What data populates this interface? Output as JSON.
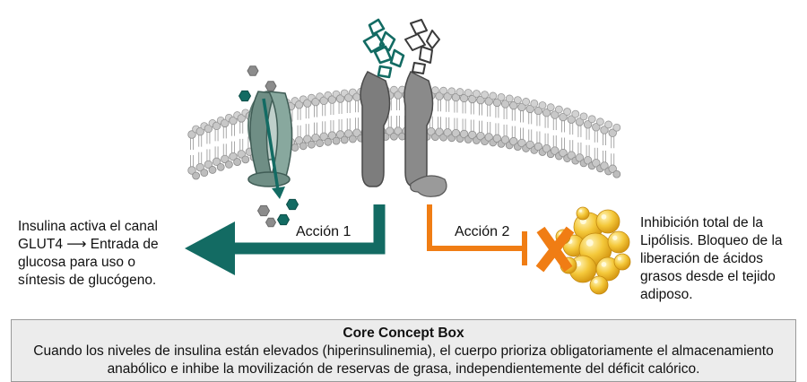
{
  "actions": {
    "action1_label": "Acción 1",
    "action2_label": "Acción 2"
  },
  "left_panel": {
    "text": "Insulina activa el canal GLUT4 ⟶ Entrada de glucosa para uso o síntesis de glucógeno."
  },
  "right_panel": {
    "text": "Inhibición total de la Lipólisis. Bloqueo de la liberación de ácidos grasos desde el tejido adiposo."
  },
  "concept_box": {
    "title": "Core Concept Box",
    "body": "Cuando los niveles de insulina están elevados (hiperinsulinemia), el cuerpo prioriza obligatoriamente el almacenamiento anabólico e inhibe la movilización de reservas de grasa, independientemente del déficit calórico."
  },
  "colors": {
    "teal": "#136b63",
    "orange": "#f07d14",
    "membrane": "#bdbdbd",
    "receptor": "#6f6f6f",
    "fat": "#f2c230"
  },
  "icons": [
    "glucose-hexagon-icon",
    "insulin-receptor-icon",
    "glut4-channel-icon",
    "fat-cell-cluster-icon",
    "inhibition-x-icon"
  ]
}
